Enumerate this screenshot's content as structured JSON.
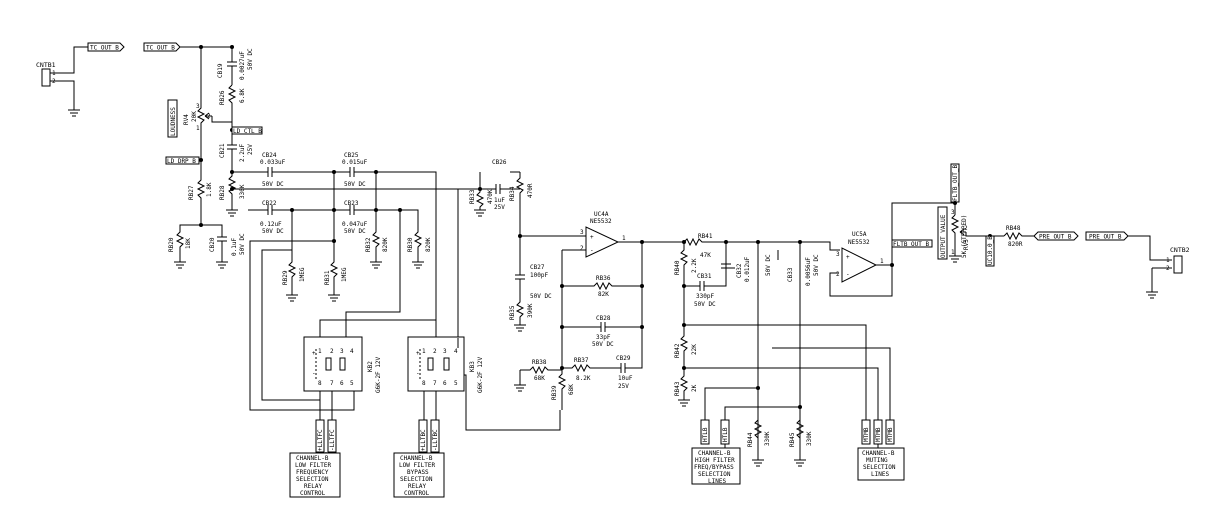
{
  "connectors": {
    "cntb1": {
      "ref": "CNTB1",
      "pin1": "1",
      "pin2": "2"
    },
    "cntb2": {
      "ref": "CNTB2",
      "pin1": "1",
      "pin2": "2"
    }
  },
  "net_labels": {
    "tc_out_1": "TC_OUT_B",
    "tc_out_2": "TC_OUT_B",
    "loudness": "LOUDNESS",
    "ld_ctl": "LD_CTL_B",
    "ld_drp": "LD_DRP_B",
    "flt_out_right": "FLTB_OUT_B",
    "flt_out_top": "FLTB_OUT_B",
    "output_value": "OUTPUT VALUE",
    "uc10": "UC10.0_B",
    "pre_out_1": "PRE_OUT_B",
    "pre_out_2": "PRE_OUT_B",
    "lltfc": "+LLTFC",
    "lltfc_m": "-LLTFC",
    "lltbc": "+LLTBC",
    "lltbc_m": "-LLTBC",
    "htlb1": "HTLB",
    "htlb2": "HTLB",
    "mtlb1": "MTMB",
    "mtlb2": "MTMB",
    "mtlb3": "MTMB"
  },
  "components": {
    "cb19": {
      "ref": "CB19",
      "val": "0.0027uF",
      "rating": "50V DC"
    },
    "rb26": {
      "ref": "RB26",
      "val": "6.8K"
    },
    "rv4": {
      "ref": "RV4",
      "val": "20K"
    },
    "cb21": {
      "ref": "CB21",
      "val": "2.2uF",
      "rating": "25V"
    },
    "rb28": {
      "ref": "RB28",
      "val": "330K"
    },
    "rb27": {
      "ref": "RB27",
      "val": "1.8K"
    },
    "rb20": {
      "ref": "RB20",
      "val": "18K"
    },
    "cb20": {
      "ref": "CB20",
      "val": "0.1uF",
      "rating": "50V DC"
    },
    "cb24": {
      "ref": "CB24",
      "val": "0.033uF",
      "rating": "50V DC"
    },
    "cb25": {
      "ref": "CB25",
      "val": "0.015uF",
      "rating": "50V DC"
    },
    "cb22": {
      "ref": "CB22",
      "val": "0.12uF",
      "rating": "50V DC"
    },
    "cb23": {
      "ref": "CB23",
      "val": "0.047uF",
      "rating": "50V DC"
    },
    "rb29": {
      "ref": "RB29",
      "val": "1MEG"
    },
    "rb31": {
      "ref": "RB31",
      "val": "1MEG"
    },
    "rb32": {
      "ref": "RB32",
      "val": "820K"
    },
    "rb30": {
      "ref": "RB30",
      "val": "820K"
    },
    "cb26": {
      "ref": "CB26",
      "val": "1uF",
      "rating": "25V"
    },
    "rb33": {
      "ref": "RB33",
      "val": "470K"
    },
    "rb34": {
      "ref": "RB34",
      "val": "470R"
    },
    "uc4a": {
      "ref": "UC4A",
      "val": "NE5532"
    },
    "cb27": {
      "ref": "CB27",
      "val": "100pF",
      "rating": "50V DC"
    },
    "rb35": {
      "ref": "RB35",
      "val": "390K"
    },
    "rb36": {
      "ref": "RB36",
      "val": "82K"
    },
    "cb28": {
      "ref": "CB28",
      "val": "33pF",
      "rating": "50V DC"
    },
    "rb38": {
      "ref": "RB38",
      "val": "68K"
    },
    "rb37": {
      "ref": "RB37",
      "val": "8.2K"
    },
    "cb29": {
      "ref": "CB29",
      "val": "10uF",
      "rating": "25V"
    },
    "rb39": {
      "ref": "RB39",
      "val": "68K"
    },
    "rb41": {
      "ref": "RB41",
      "val": "47K"
    },
    "rb40": {
      "ref": "RB40",
      "val": "2.2K"
    },
    "cb31": {
      "ref": "CB31",
      "val": "330pF",
      "rating": "50V DC"
    },
    "cb32": {
      "ref": "CB32",
      "val": "0.012uF",
      "rating": "50V DC"
    },
    "cb33": {
      "ref": "CB33",
      "val": "0.0056uF",
      "rating": "50V DC"
    },
    "rb42": {
      "ref": "RB42",
      "val": "22K"
    },
    "rb43": {
      "ref": "RB43",
      "val": "2K"
    },
    "rb44": {
      "ref": "RB44",
      "val": "330K"
    },
    "rb45": {
      "ref": "RB45",
      "val": "330K"
    },
    "uc5a": {
      "ref": "UC5A",
      "val": "NE5532"
    },
    "rv5": {
      "ref": "RV5",
      "val": "5K (STEPPED)"
    },
    "rb48": {
      "ref": "RB48",
      "val": "820R"
    },
    "kb2": {
      "ref": "KB2",
      "val": "G6K-2F 12V"
    },
    "kb3": {
      "ref": "KB3",
      "val": "G6K-2F 12V"
    }
  },
  "captions": {
    "lf_freq": [
      "CHANNEL-B",
      "LOW FILTER",
      "FREQUENCY",
      "SELECTION",
      "RELAY",
      "CONTROL"
    ],
    "lf_bypass": [
      "CHANNEL-B",
      "LOW FILTER",
      "BYPASS",
      "SELECTION",
      "RELAY",
      "CONTROL"
    ],
    "hf": [
      "CHANNEL-B",
      "HIGH FILTER",
      "FREQ/BYPASS",
      "SELECTION",
      "LINES"
    ],
    "mute": [
      "CHANNEL-B",
      "MUTING",
      "SELECTION",
      "LINES"
    ]
  }
}
